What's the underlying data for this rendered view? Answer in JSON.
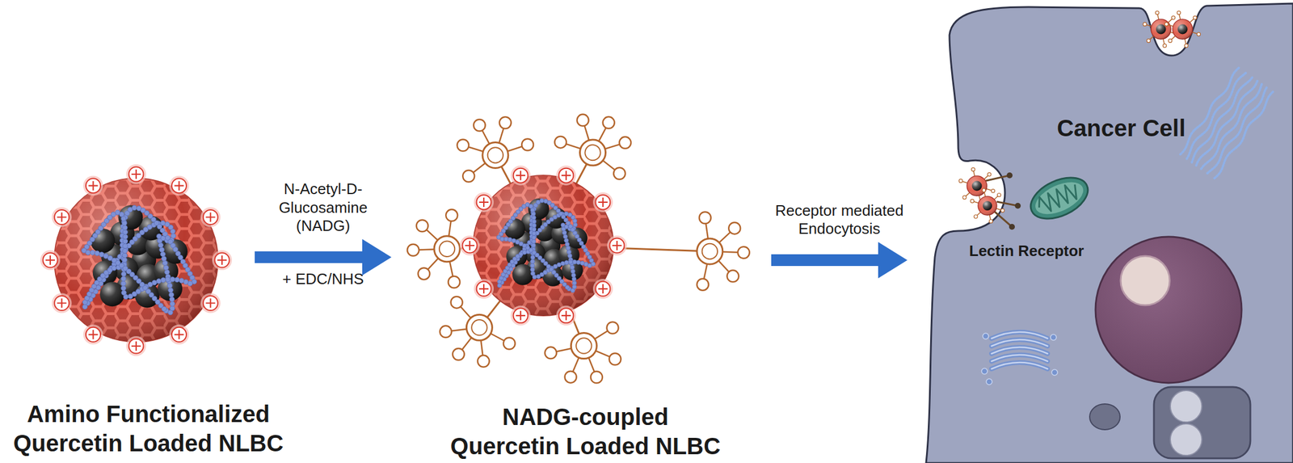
{
  "diagram": {
    "nodes": [
      {
        "text": [
          "Amino Functionalized Quercetin Loaded NLBC"
        ]
      },
      {
        "text": [
          "NADG-coupled Quercetin Loaded NLBC"
        ]
      },
      {
        "text": [
          "Cancer Cell",
          "Lectin Receptor"
        ]
      }
    ],
    "edges": [
      {
        "from": 0,
        "to": 1,
        "arrow": "to",
        "label": "N-Acetyl-D-Glucosamine (NADG)"
      },
      {
        "from": 1,
        "to": 2,
        "arrow": "to",
        "label": "Receptor mediated Endocytosis"
      }
    ],
    "labels": [
      "+ EDC/NHS"
    ]
  }
}
